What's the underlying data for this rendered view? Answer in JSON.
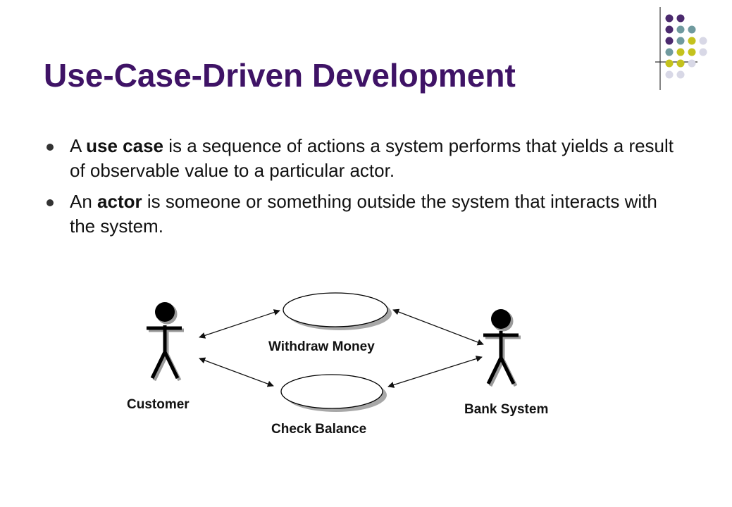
{
  "slide": {
    "title": "Use-Case-Driven Development",
    "bullets": [
      {
        "pre": "A ",
        "term": "use case",
        "post": " is a sequence of actions a system performs that yields a result of observable value to a particular actor."
      },
      {
        "pre": "An ",
        "term": "actor",
        "post": " is someone or something outside the system that interacts with the system."
      }
    ]
  },
  "diagram": {
    "actors": [
      {
        "id": "customer",
        "label": "Customer"
      },
      {
        "id": "bank",
        "label": "Bank System"
      }
    ],
    "use_cases": [
      {
        "id": "withdraw",
        "label": "Withdraw Money"
      },
      {
        "id": "check",
        "label": "Check Balance"
      }
    ],
    "associations": [
      {
        "from": "customer",
        "to": "withdraw",
        "direction": "bidirectional"
      },
      {
        "from": "customer",
        "to": "check",
        "direction": "bidirectional"
      },
      {
        "from": "bank",
        "to": "withdraw",
        "direction": "bidirectional"
      },
      {
        "from": "bank",
        "to": "check",
        "direction": "bidirectional"
      }
    ]
  },
  "theme": {
    "title_color": "#3f1366",
    "dot_colors": [
      "#4b2a6e",
      "#6f9a9e",
      "#c4c21d",
      "#d8d8e6"
    ]
  }
}
